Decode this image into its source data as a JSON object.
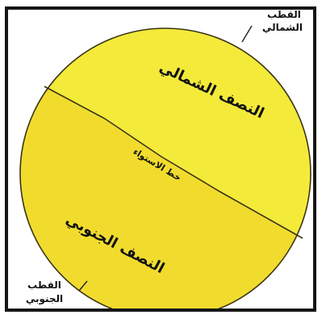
{
  "labels": {
    "north_pole": [
      "القطب",
      "الشمالي"
    ],
    "south_pole": [
      "القطب",
      "الجنوبي"
    ],
    "northern_hemisphere": "النصف الشمالي",
    "southern_hemisphere": "النصف الجنوبي",
    "equator": "خط الاستواء"
  },
  "colors": {
    "northern_fill": "#f4ea3a",
    "southern_fill": "#f1dc2e",
    "outline": "#3a3414",
    "frame_border": "#161616"
  }
}
